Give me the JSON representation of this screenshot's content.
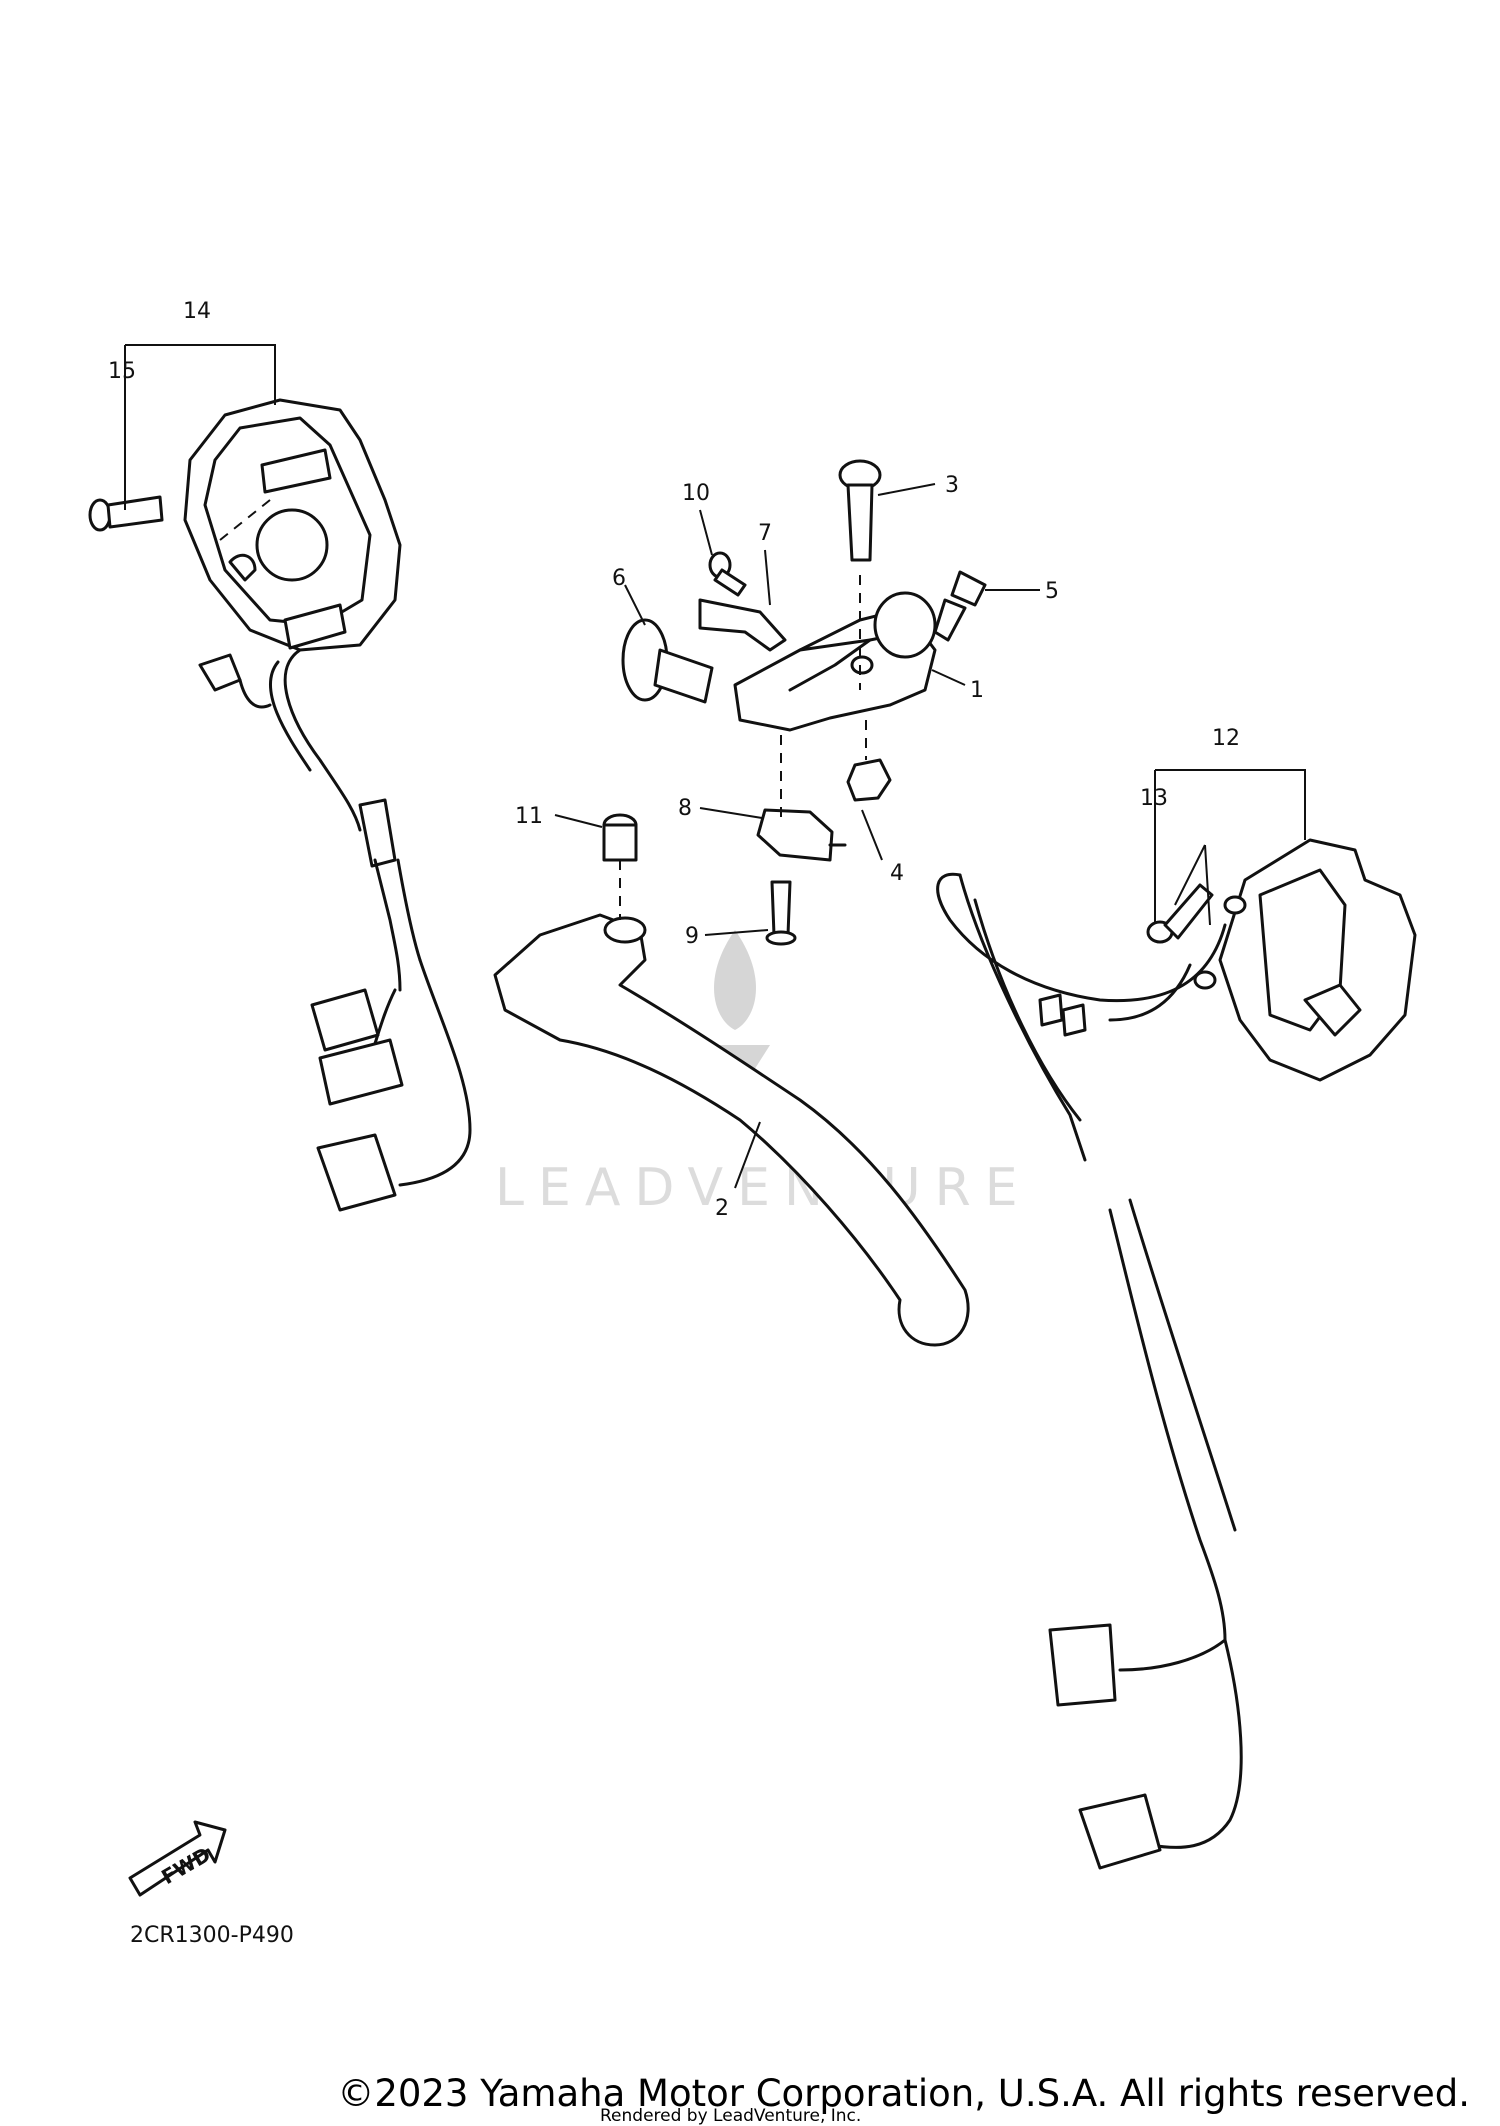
{
  "callouts": [
    {
      "id": "1",
      "text": "1"
    },
    {
      "id": "2",
      "text": "2"
    },
    {
      "id": "3",
      "text": "3"
    },
    {
      "id": "4",
      "text": "4"
    },
    {
      "id": "5",
      "text": "5"
    },
    {
      "id": "6",
      "text": "6"
    },
    {
      "id": "7",
      "text": "7"
    },
    {
      "id": "8",
      "text": "8"
    },
    {
      "id": "9",
      "text": "9"
    },
    {
      "id": "10",
      "text": "10"
    },
    {
      "id": "11",
      "text": "11"
    },
    {
      "id": "12",
      "text": "12"
    },
    {
      "id": "13",
      "text": "13"
    },
    {
      "id": "14",
      "text": "14"
    },
    {
      "id": "15",
      "text": "15"
    }
  ],
  "fwd_label": "FWD",
  "diagram_code": "2CR1300-P490",
  "watermark": "LEADVENTURE",
  "copyright": "©2023 Yamaha Motor Corporation, U.S.A. All rights reserved.",
  "rendered_by": "Rendered by LeadVenture, Inc."
}
